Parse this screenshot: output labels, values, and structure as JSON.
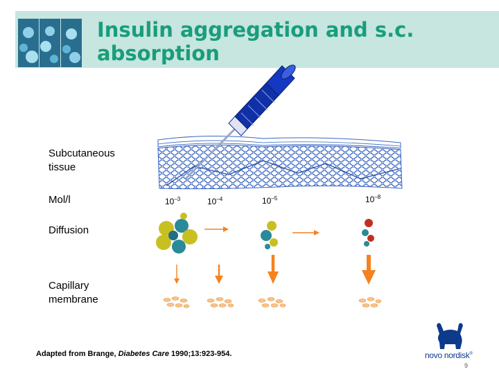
{
  "header": {
    "title_line1": "Insulin aggregation and s.c.",
    "title_line2": "absorption",
    "accent_color": "#1a9d7c",
    "band_color": "#c6e6df"
  },
  "labels": {
    "subcutaneous_line1": "Subcutaneous",
    "subcutaneous_line2": "tissue",
    "molar": "Mol/l",
    "diffusion": "Diffusion",
    "capillary_line1": "Capillary",
    "capillary_line2": "membrane"
  },
  "concentrations": [
    {
      "base": "10",
      "exp": "–3"
    },
    {
      "base": "10",
      "exp": "–4"
    },
    {
      "base": "10",
      "exp": "–5"
    },
    {
      "base": "10",
      "exp": "–8"
    }
  ],
  "footer": {
    "prefix": "Adapted from Brange, ",
    "journal": "Diabetes Care",
    "suffix": " 1990;13:923-954."
  },
  "page_number": "9",
  "logo": {
    "text": "novo nordisk",
    "registered": "®",
    "icon": "bull-icon"
  },
  "colors": {
    "arrow": "#f58220",
    "tissue": "#3a66c2",
    "syringe": "#1030a8"
  }
}
